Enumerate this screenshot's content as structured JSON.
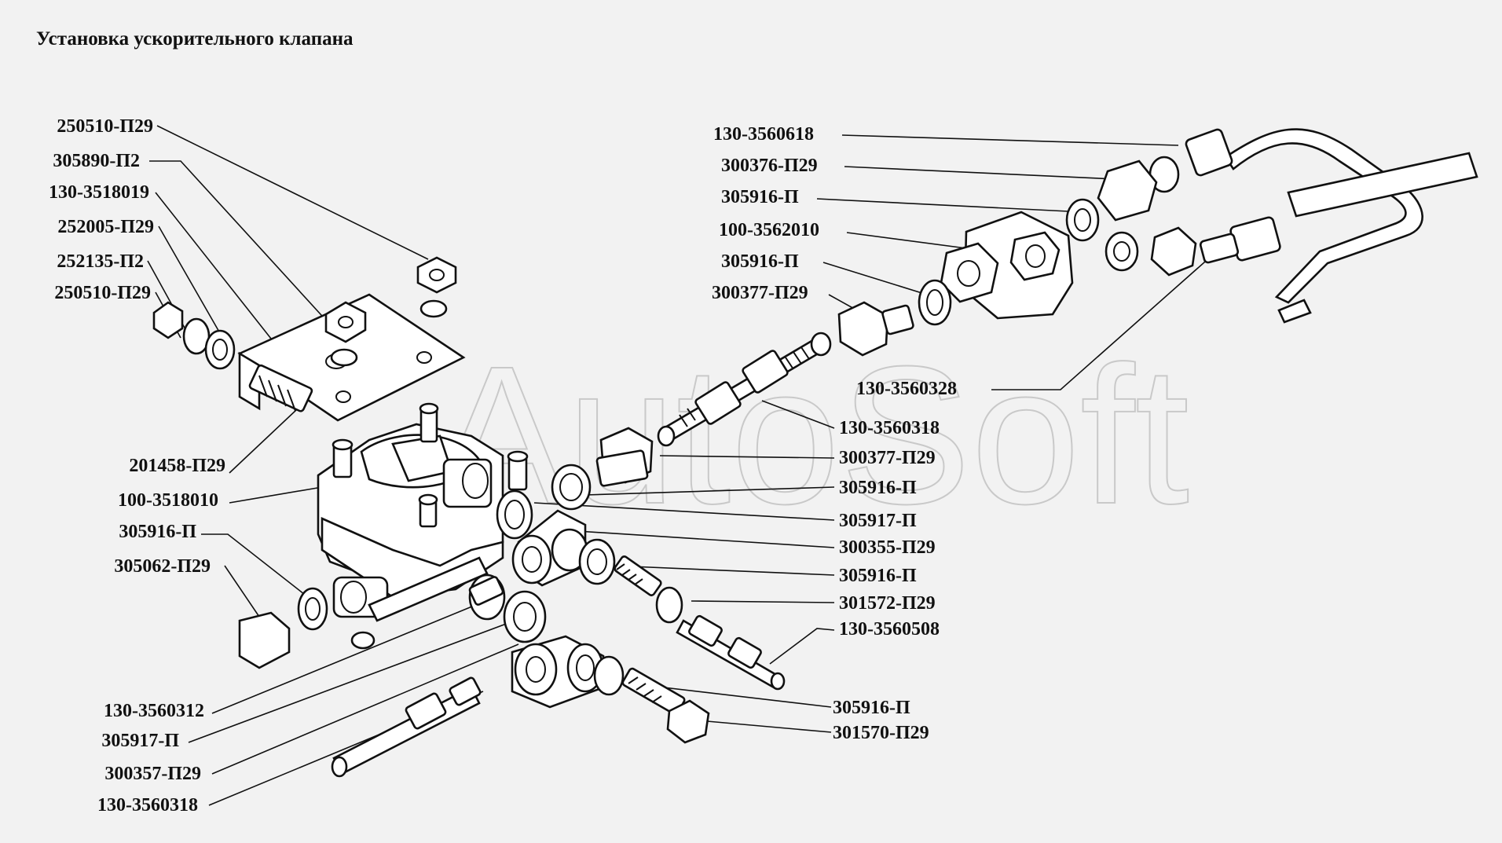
{
  "title": "Установка ускорительного клапана",
  "watermark": "AutoSoft",
  "labels": [
    "250510-П29",
    "305890-П2",
    "130-3518019",
    "252005-П29",
    "252135-П2",
    "250510-П29",
    "201458-П29",
    "100-3518010",
    "305916-П",
    "305062-П29",
    "130-3560312",
    "305917-П",
    "300357-П29",
    "130-3560318",
    "130-3560618",
    "300376-П29",
    "305916-П",
    "100-3562010",
    "305916-П",
    "300377-П29",
    "130-3560328",
    "130-3560318",
    "300377-П29",
    "305916-П",
    "305917-П",
    "300355-П29",
    "305916-П",
    "301572-П29",
    "130-3560508",
    "305916-П",
    "301570-П29"
  ]
}
